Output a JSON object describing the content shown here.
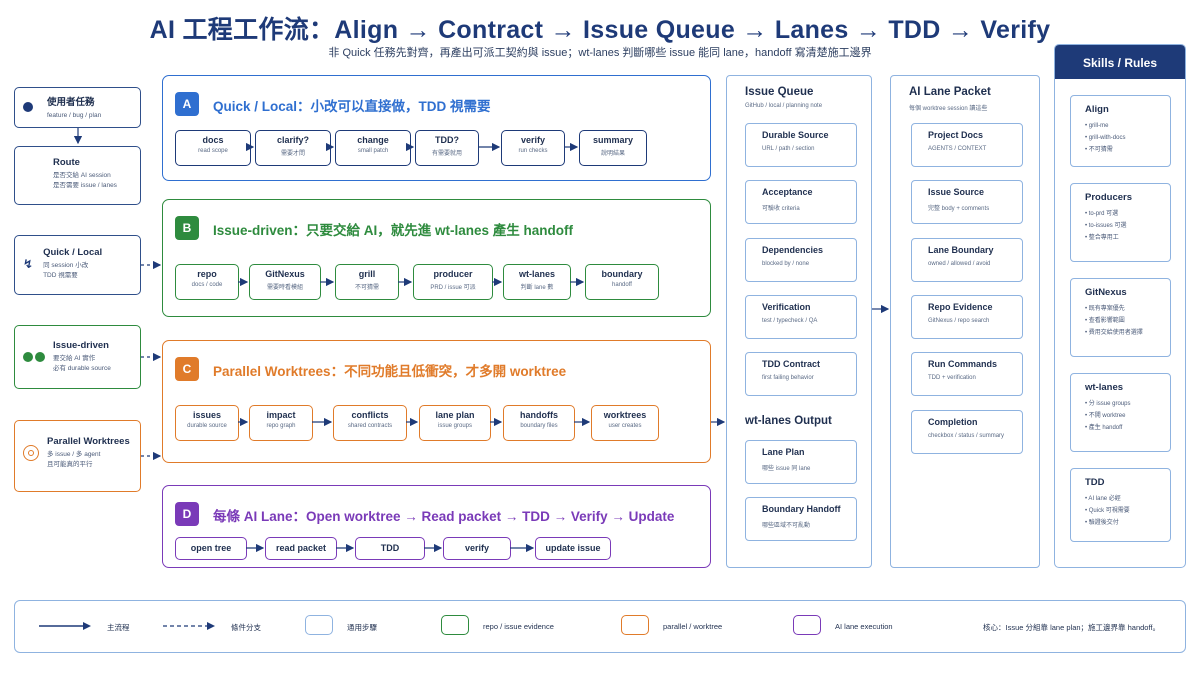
{
  "title": "AI 工程工作流：Align → Contract → Issue Queue → Lanes → TDD → Verify",
  "subtitle": "非 Quick 任務先對齊，再產出可派工契約與 issue；wt-lanes 判斷哪些 issue 能同 lane，handoff 寫清楚施工邊界",
  "left": {
    "task": {
      "title": "使用者任務",
      "sub": "feature / bug / plan"
    },
    "route": {
      "title": "Route",
      "sub1": "是否交給 AI session",
      "sub2": "是否需要 issue / lanes"
    },
    "quick": {
      "title": "Quick / Local",
      "sub1": "同 session 小改",
      "sub2": "TDD 視需要"
    },
    "issue": {
      "title": "Issue-driven",
      "sub1": "要交給 AI 實作",
      "sub2": "必有 durable source"
    },
    "parallel": {
      "title": "Parallel Worktrees",
      "sub1": "多 issue / 多 agent",
      "sub2": "且可能真的平行"
    }
  },
  "panels": {
    "a": {
      "badge": "A",
      "title": "Quick / Local：小改可以直接做，TDD 視需要",
      "steps": [
        {
          "t": "docs",
          "s": "read scope"
        },
        {
          "t": "clarify?",
          "s": "需要才問"
        },
        {
          "t": "change",
          "s": "small patch"
        },
        {
          "t": "TDD?",
          "s": "有需要就用"
        },
        {
          "t": "verify",
          "s": "run checks"
        },
        {
          "t": "summary",
          "s": "說明結果"
        }
      ]
    },
    "b": {
      "badge": "B",
      "title": "Issue-driven：只要交給 AI，就先進 wt-lanes 產生 handoff",
      "steps": [
        {
          "t": "repo",
          "s": "docs / code"
        },
        {
          "t": "GitNexus",
          "s": "需要時看模組"
        },
        {
          "t": "grill",
          "s": "不可猜需"
        },
        {
          "t": "producer",
          "s": "PRD / issue 可派"
        },
        {
          "t": "wt-lanes",
          "s": "判斷 lane 數"
        },
        {
          "t": "boundary",
          "s": "handoff"
        }
      ]
    },
    "c": {
      "badge": "C",
      "title": "Parallel Worktrees：不同功能且低衝突，才多開 worktree",
      "steps": [
        {
          "t": "issues",
          "s": "durable source"
        },
        {
          "t": "impact",
          "s": "repo graph"
        },
        {
          "t": "conflicts",
          "s": "shared contracts"
        },
        {
          "t": "lane plan",
          "s": "issue groups"
        },
        {
          "t": "handoffs",
          "s": "boundary files"
        },
        {
          "t": "worktrees",
          "s": "user creates"
        }
      ]
    },
    "d": {
      "badge": "D",
      "title": "每條 AI Lane：Open worktree → Read packet → TDD → Verify → Update",
      "steps": [
        "open tree",
        "read packet",
        "TDD",
        "verify",
        "update issue"
      ]
    }
  },
  "issue_queue": {
    "title": "Issue Queue",
    "sub": "GitHub / local / planning note",
    "cards": [
      {
        "t": "Durable Source",
        "s": "URL / path / section"
      },
      {
        "t": "Acceptance",
        "s": "可驗收 criteria"
      },
      {
        "t": "Dependencies",
        "s": "blocked by / none"
      },
      {
        "t": "Verification",
        "s": "test / typecheck / QA"
      },
      {
        "t": "TDD Contract",
        "s": "first failing behavior"
      }
    ],
    "output_title": "wt-lanes Output",
    "output_cards": [
      {
        "t": "Lane Plan",
        "s": "哪些 issue 同 lane"
      },
      {
        "t": "Boundary Handoff",
        "s": "哪些區域不可亂動"
      }
    ]
  },
  "lane_packet": {
    "title": "AI Lane Packet",
    "sub": "每個 worktree session 讀這些",
    "cards": [
      {
        "t": "Project Docs",
        "s": "AGENTS / CONTEXT"
      },
      {
        "t": "Issue Source",
        "s": "完整 body + comments"
      },
      {
        "t": "Lane Boundary",
        "s": "owned / allowed / avoid"
      },
      {
        "t": "Repo Evidence",
        "s": "GitNexus / repo search"
      },
      {
        "t": "Run Commands",
        "s": "TDD + verification"
      },
      {
        "t": "Completion",
        "s": "checkbox / status / summary"
      }
    ]
  },
  "skills": {
    "title": "Skills / Rules",
    "cards": [
      {
        "t": "Align",
        "items": [
          "• grill-me",
          "• grill-with-docs",
          "• 不可猜需"
        ]
      },
      {
        "t": "Producers",
        "items": [
          "• to-prd 可選",
          "• to-issues 可選",
          "• 整合專用工"
        ]
      },
      {
        "t": "GitNexus",
        "items": [
          "• 既有專案優先",
          "• 查看影響範圍",
          "• 費用交給使用者選擇"
        ]
      },
      {
        "t": "wt-lanes",
        "items": [
          "• 分 issue groups",
          "• 不開 worktree",
          "• 產生 handoff"
        ]
      },
      {
        "t": "TDD",
        "items": [
          "• AI lane 必經",
          "• Quick 可視需要",
          "• 驗證後交付"
        ]
      }
    ]
  },
  "legend": {
    "main": "主流程",
    "branch": "條件分支",
    "normal": "通用步驟",
    "repo": "repo / issue evidence",
    "parallel": "parallel / worktree",
    "ai": "AI lane execution",
    "core": "核心：Issue 分組靠 lane plan；施工邊界靠 handoff。"
  },
  "colors": {
    "navy": "#1e3a78",
    "blue": "#2f6fd0",
    "green": "#2e8b3e",
    "orange": "#e07b2a",
    "purple": "#7a3ab8",
    "light": "#8fb3e0"
  }
}
